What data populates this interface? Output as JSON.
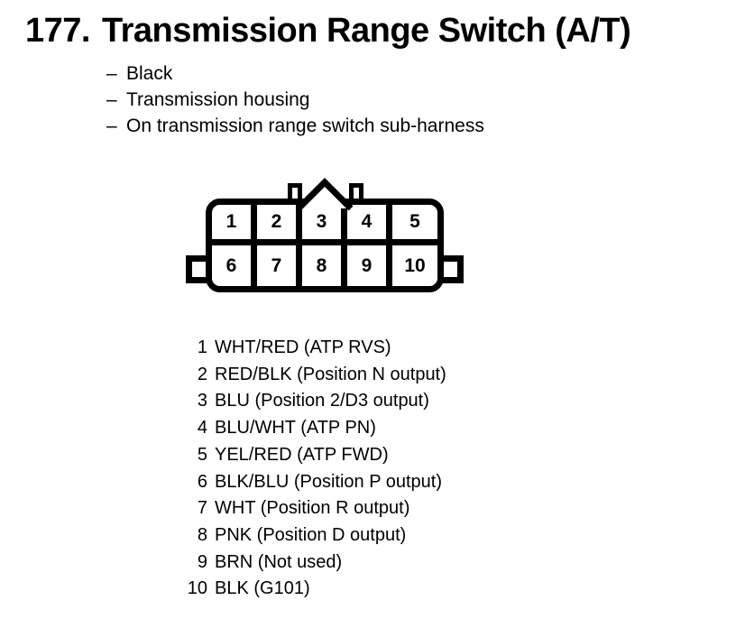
{
  "header": {
    "number": "177.",
    "title": "Transmission Range Switch (A/T)"
  },
  "notes": [
    {
      "dash": "–",
      "text": "Black"
    },
    {
      "dash": "–",
      "text": "Transmission housing"
    },
    {
      "dash": "–",
      "text": "On transmission range switch sub-harness"
    }
  ],
  "connector": {
    "cells": [
      "1",
      "2",
      "3",
      "4",
      "5",
      "6",
      "7",
      "8",
      "9",
      "10"
    ]
  },
  "pins": [
    {
      "num": "1",
      "desc": "WHT/RED (ATP RVS)"
    },
    {
      "num": "2",
      "desc": "RED/BLK (Position N output)"
    },
    {
      "num": "3",
      "desc": "BLU (Position 2/D3 output)"
    },
    {
      "num": "4",
      "desc": "BLU/WHT (ATP PN)"
    },
    {
      "num": "5",
      "desc": "YEL/RED (ATP FWD)"
    },
    {
      "num": "6",
      "desc": "BLK/BLU (Position P output)"
    },
    {
      "num": "7",
      "desc": "WHT (Position R output)"
    },
    {
      "num": "8",
      "desc": "PNK (Position D output)"
    },
    {
      "num": "9",
      "desc": "BRN (Not used)"
    },
    {
      "num": "10",
      "desc": "BLK (G101)"
    }
  ],
  "colors": {
    "ink": "#000000",
    "paper": "#ffffff"
  }
}
